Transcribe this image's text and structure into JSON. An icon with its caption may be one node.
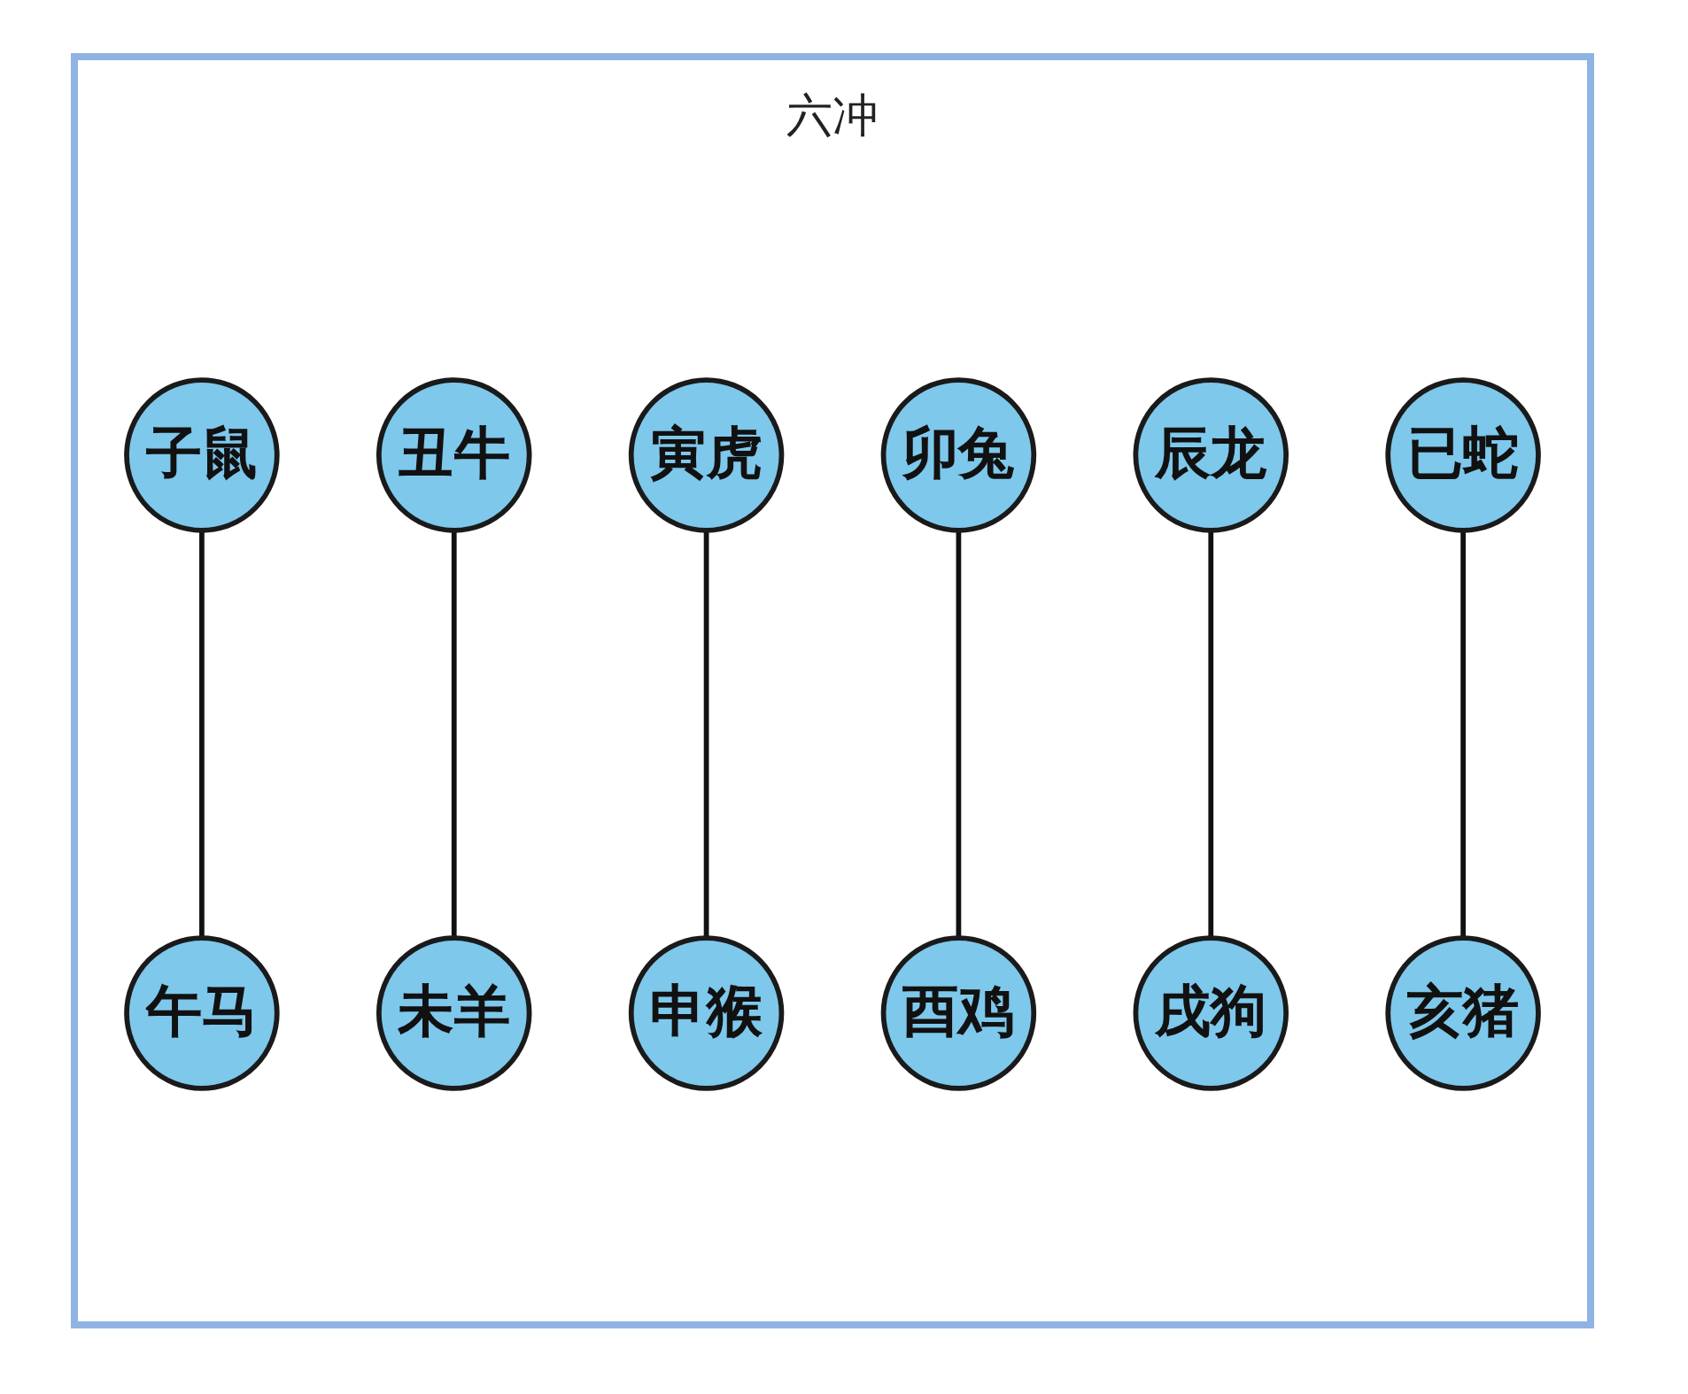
{
  "diagram": {
    "nodes": [
      {
        "text": [
          "子鼠"
        ]
      },
      {
        "text": [
          "丑牛"
        ]
      },
      {
        "text": [
          "寅虎"
        ]
      },
      {
        "text": [
          "卯兔"
        ]
      },
      {
        "text": [
          "辰龙"
        ]
      },
      {
        "text": [
          "已蛇"
        ]
      },
      {
        "text": [
          "午马"
        ]
      },
      {
        "text": [
          "未羊"
        ]
      },
      {
        "text": [
          "申猴"
        ]
      },
      {
        "text": [
          "酉鸡"
        ]
      },
      {
        "text": [
          "戌狗"
        ]
      },
      {
        "text": [
          "亥猪"
        ]
      }
    ],
    "edges": [
      {
        "from": 0,
        "to": 6,
        "arrow": "none"
      },
      {
        "from": 1,
        "to": 7,
        "arrow": "none"
      },
      {
        "from": 2,
        "to": 8,
        "arrow": "none"
      },
      {
        "from": 3,
        "to": 9,
        "arrow": "none"
      },
      {
        "from": 4,
        "to": 10,
        "arrow": "none"
      },
      {
        "from": 5,
        "to": 11,
        "arrow": "none"
      }
    ],
    "labels": [
      "六冲"
    ]
  }
}
